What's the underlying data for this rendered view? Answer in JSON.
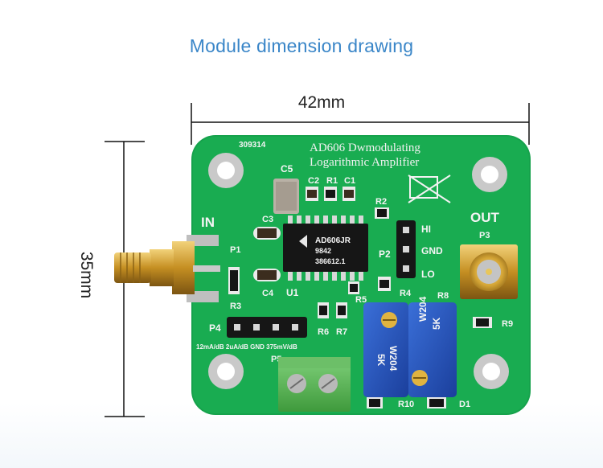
{
  "header": {
    "title": "Module dimension drawing"
  },
  "dimensions": {
    "width_label": "42mm",
    "height_label": "35mm"
  },
  "board": {
    "serial": "309314",
    "title_line1": "AD606 Dwmodulating",
    "title_line2": "Logarithmic Amplifier",
    "chip_line1": "AD606JR",
    "chip_line2": "9842",
    "chip_line3": "386612.1",
    "labels": {
      "in": "IN",
      "out": "OUT",
      "p1": "P1",
      "p2": "P2",
      "p3": "P3",
      "p4": "P4",
      "p5": "P5",
      "c1": "C1",
      "c2": "C2",
      "c3": "C3",
      "c4": "C4",
      "c5": "C5",
      "r1": "R1",
      "r2": "R2",
      "r3": "R3",
      "r4": "R4",
      "r5": "R5",
      "r6": "R6",
      "r7": "R7",
      "r8": "R8",
      "r9": "R9",
      "r10": "R10",
      "u1": "U1",
      "d1": "D1",
      "hi": "HI",
      "gnd": "GND",
      "lo": "LO",
      "p4_pins": "12mA/dB 2uA/dB GND 375mV/dB"
    },
    "pot_left": {
      "line1": "W204",
      "line2": "5K"
    },
    "pot_right": {
      "line1": "W204",
      "line2": "5K"
    }
  },
  "colors": {
    "pcb": "#17a84f",
    "title": "#3a86c8",
    "silk": "#f4f4f4"
  }
}
